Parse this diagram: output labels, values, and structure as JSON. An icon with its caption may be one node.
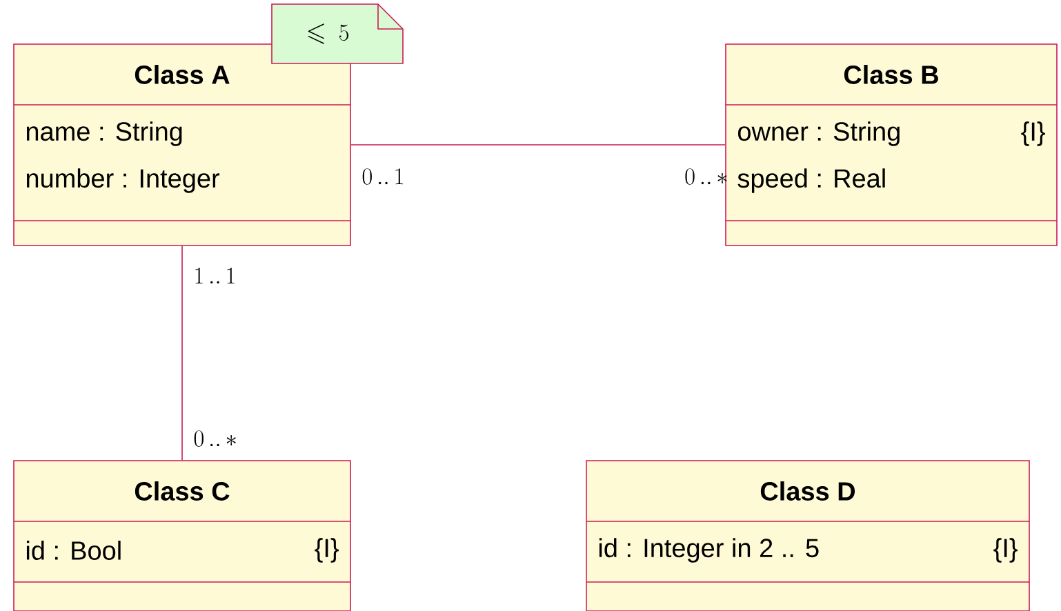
{
  "diagram": {
    "nodes": [
      {
        "text": [
          "Class A",
          "name : String",
          "number : Integer"
        ]
      },
      {
        "text": [
          "\\leqslant 5"
        ]
      },
      {
        "text": [
          "Class B",
          "owner : String",
          "{I}",
          "speed : Real"
        ]
      },
      {
        "text": [
          "Class C",
          "id : Bool",
          "{I}"
        ]
      },
      {
        "text": [
          "Class D",
          "id : Integer in 2 .. 5",
          "{I}"
        ]
      }
    ],
    "edges": [
      {
        "from": 0,
        "to": 2,
        "arrow": "none"
      },
      {
        "from": 0,
        "to": 3,
        "arrow": "none"
      }
    ],
    "labels": [
      "0\\,..\\,1",
      "0\\,..\\,\\ast",
      "1\\,..\\,1",
      "0\\,..\\,\\ast"
    ]
  }
}
